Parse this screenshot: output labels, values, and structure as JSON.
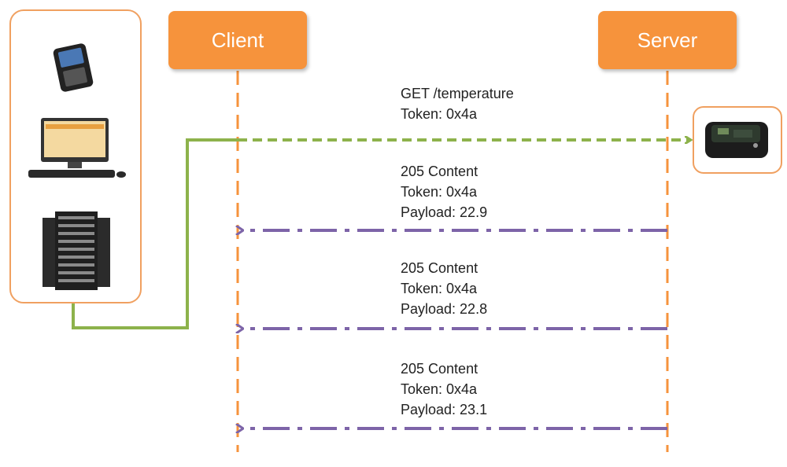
{
  "lifelines": {
    "client": "Client",
    "server": "Server"
  },
  "devices": [
    "smartphone-icon",
    "desktop-computer-icon",
    "server-rack-icon"
  ],
  "endpoint": "sensor-board-icon",
  "messages": [
    {
      "direction": "client-to-server",
      "lines": [
        "GET /temperature",
        "Token: 0x4a"
      ]
    },
    {
      "direction": "server-to-client",
      "lines": [
        "205 Content",
        "Token: 0x4a",
        "Payload: 22.9"
      ]
    },
    {
      "direction": "server-to-client",
      "lines": [
        "205 Content",
        "Token: 0x4a",
        "Payload: 22.8"
      ]
    },
    {
      "direction": "server-to-client",
      "lines": [
        "205 Content",
        "Token: 0x4a",
        "Payload: 23.1"
      ]
    }
  ],
  "colors": {
    "lifeline": "#f6933c",
    "request": "#8db24b",
    "response": "#7d64a8"
  }
}
